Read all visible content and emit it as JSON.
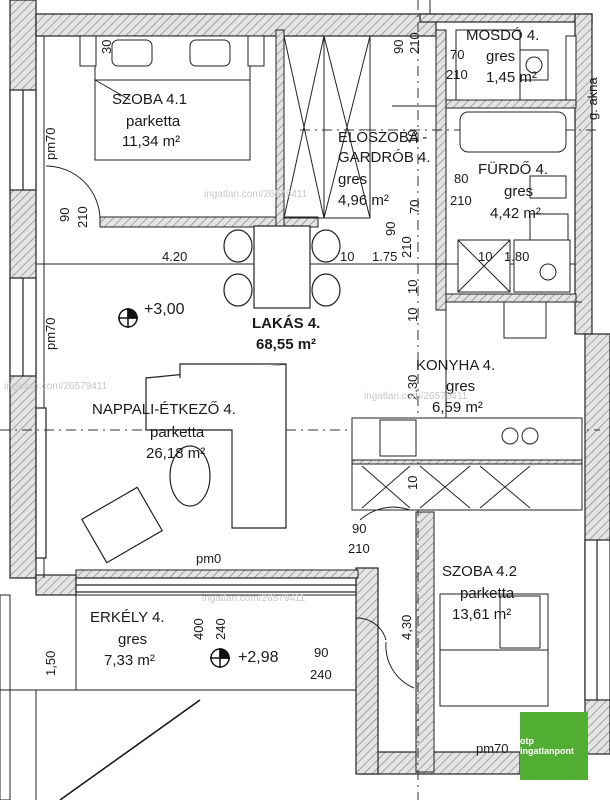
{
  "plan": {
    "rooms": {
      "szoba41": {
        "name": "SZOBA 4.1",
        "floor": "parketta",
        "area": "11,34 m²"
      },
      "eloszoba": {
        "name_line1": "ELŐSZOBA -",
        "name_line2": "GARDRÓB 4.",
        "floor": "gres",
        "area": "4,96 m²"
      },
      "mosdo": {
        "name": "MOSDÓ 4.",
        "floor": "gres",
        "area": "1,45 m²"
      },
      "furdo": {
        "name": "FÜRDŐ 4.",
        "floor": "gres",
        "area": "4,42 m²"
      },
      "lakas": {
        "name": "LAKÁS 4.",
        "area": "68,55 m²"
      },
      "nappali": {
        "name": "NAPPALI-ÉTKEZŐ 4.",
        "floor": "parketta",
        "area": "26,18 m²"
      },
      "konyha": {
        "name": "KONYHA 4.",
        "floor": "gres",
        "area": "6,59 m²"
      },
      "erkely": {
        "name": "ERKÉLY 4.",
        "floor": "gres",
        "area": "7,33 m²"
      },
      "szoba42": {
        "name": "SZOBA 4.2",
        "floor": "parketta",
        "area": "13,61 m²"
      }
    },
    "levels": {
      "main": "+3,00",
      "balcony": "+2,98"
    },
    "labels": {
      "pm70_a": "pm70",
      "pm70_b": "pm70",
      "pm0": "pm0",
      "pm70_c": "pm70",
      "g_akna": "g. akna",
      "d90": "90",
      "d210": "210",
      "d420": "4.20",
      "d10a": "10",
      "d175": "1.75",
      "d10b": "10",
      "d180": "1.80",
      "d70": "70",
      "d210b": "210",
      "d80": "80",
      "d210c": "210",
      "d230": "2.30",
      "d10c": "10",
      "d90b": "90",
      "d210d": "210",
      "d400": "400",
      "d240": "240",
      "d90c": "90",
      "d240b": "240",
      "d430": "4,30",
      "d150": "1,50",
      "d10d": "10",
      "d90d": "90",
      "d210e": "210",
      "d210f": "210",
      "d70b": "70",
      "d10e": "10",
      "d10f": "10",
      "d30": "30",
      "d90e": "90"
    },
    "watermark": "ingatlan.com/26579411",
    "logo": "otp ingatlanpont"
  }
}
